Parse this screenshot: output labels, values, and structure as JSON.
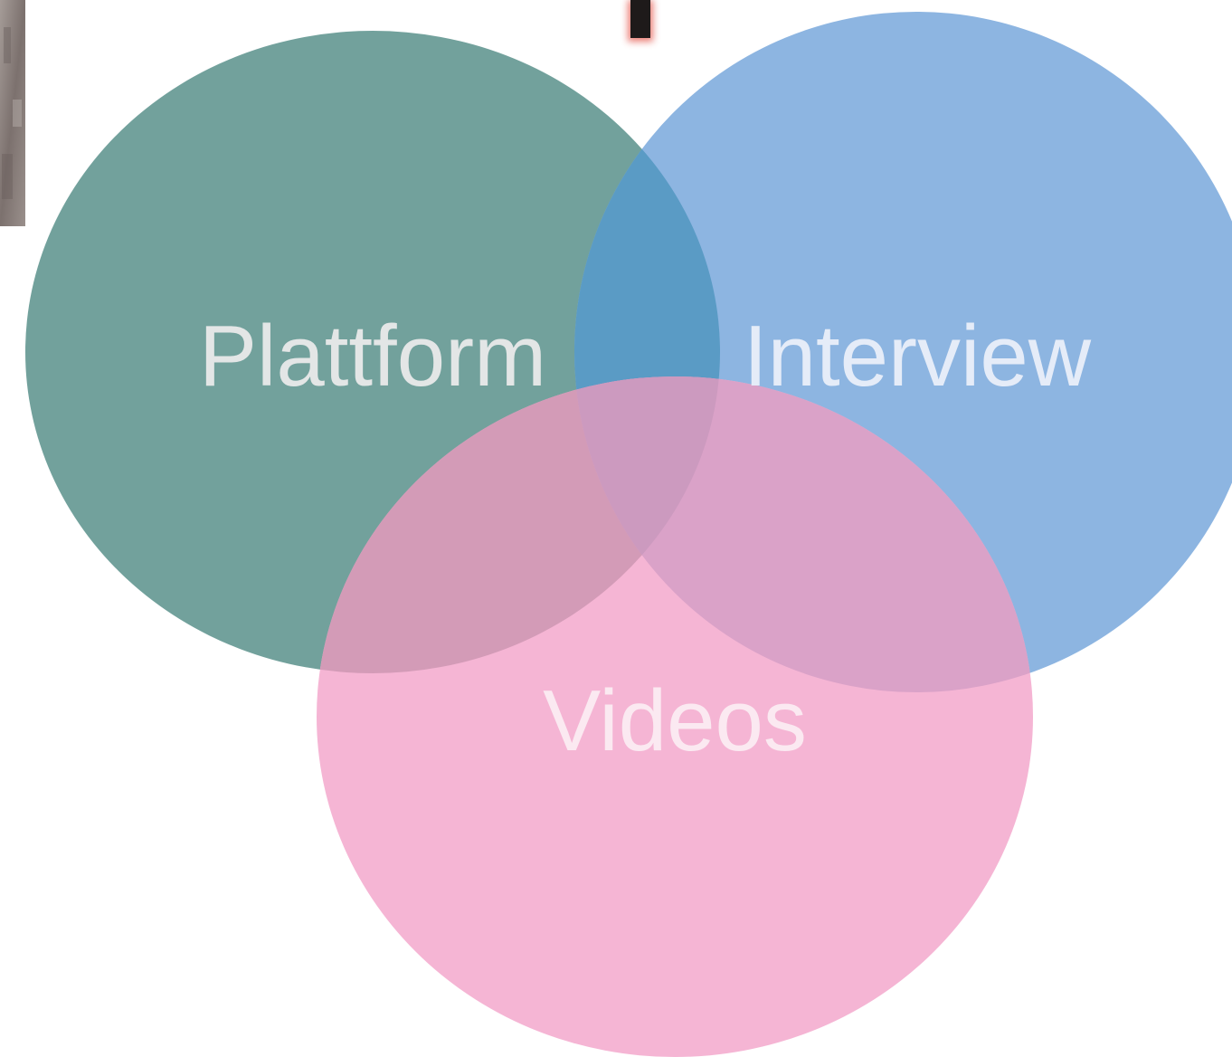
{
  "diagram": {
    "type": "venn",
    "sets": [
      {
        "id": "plattform",
        "label": "Plattform",
        "fill": "#72a19c",
        "text_color": "#e3e6e6"
      },
      {
        "id": "interview",
        "label": "Interview",
        "fill": "#8db5e1",
        "text_color": "#e5ecf8"
      },
      {
        "id": "videos",
        "label": "Videos",
        "fill": "#f5b5d4",
        "text_color": "#fbe9f1"
      }
    ],
    "overlaps": {
      "plattform_interview": "#5a9bc5",
      "plattform_videos": "#d39bb7",
      "interview_videos": "#daa2c8",
      "all": "#cc9abf"
    }
  },
  "decorations": {
    "left_edge_strip": {
      "name": "textured-photo-strip",
      "color": "#8a7f7c"
    },
    "top_bar": {
      "name": "dark-bar-with-red-glow",
      "color": "#1e1a1a",
      "glow": "#e24a3c"
    }
  }
}
